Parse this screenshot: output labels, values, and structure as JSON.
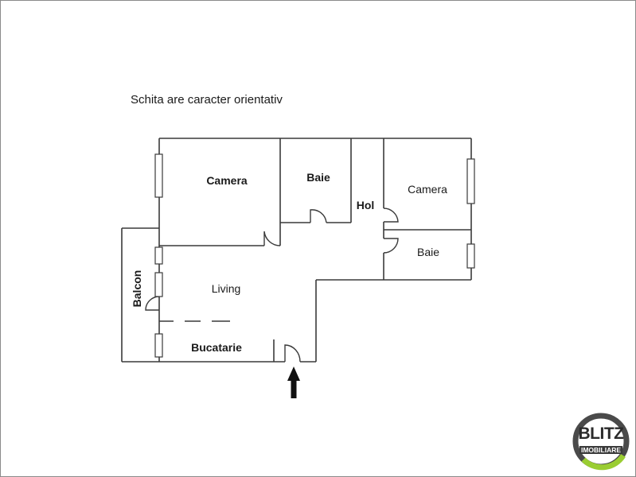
{
  "caption": "Schita are caracter orientativ",
  "rooms": [
    {
      "id": "camera-1",
      "label": "Camera",
      "weight": "bold"
    },
    {
      "id": "baie-1",
      "label": "Baie",
      "weight": "bold"
    },
    {
      "id": "hol",
      "label": "Hol",
      "weight": "bold"
    },
    {
      "id": "camera-2",
      "label": "Camera",
      "weight": "normal"
    },
    {
      "id": "baie-2",
      "label": "Baie",
      "weight": "normal"
    },
    {
      "id": "living",
      "label": "Living",
      "weight": "normal"
    },
    {
      "id": "bucatarie",
      "label": "Bucatarie",
      "weight": "bold"
    },
    {
      "id": "balcon",
      "label": "Balcon",
      "weight": "bold"
    }
  ],
  "entrance": {
    "icon": "arrow-up-icon"
  },
  "logo": {
    "brand": "BLITZ",
    "subtitle": "IMOBILIARE",
    "ring_color": "#4a4a4a",
    "accent_color": "#9acd32"
  },
  "colors": {
    "wall": "#3a3a3a",
    "frame": "#8a8a8a",
    "background": "#ffffff"
  }
}
